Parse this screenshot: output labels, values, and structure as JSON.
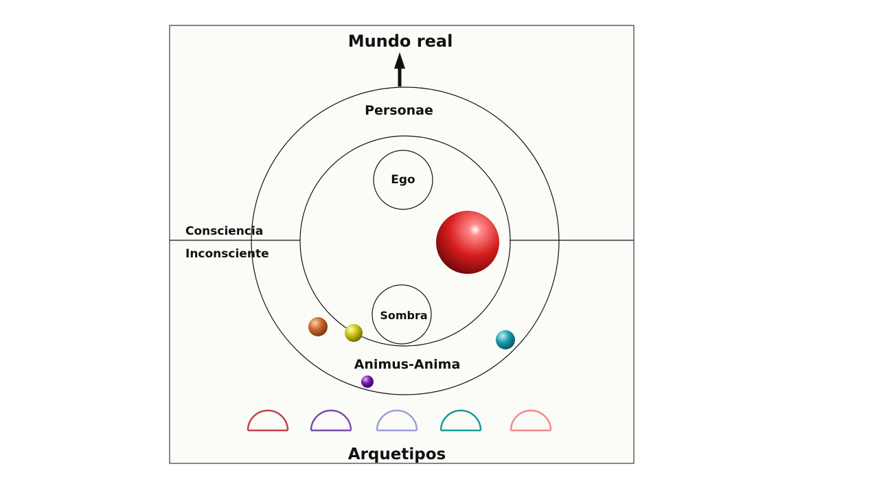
{
  "labels": {
    "real_world": "Mundo real",
    "personas": "Personae",
    "ego": "Ego",
    "consciousness": "Consciencia",
    "unconscious": "Inconsciente",
    "shadow": "Sombra",
    "animus_anima": "Animus-Anima",
    "archetypes": "Arquetipos"
  },
  "colors": {
    "panel_background": "#fbfbf8",
    "line": "#111111",
    "big_sphere": "#d81e1e",
    "sphere_orange": "#c8642a",
    "sphere_yellow": "#c8c010",
    "sphere_teal": "#1a9aa8",
    "sphere_purple": "#6a1aa8",
    "archetype_1": "#c0404a",
    "archetype_2": "#7a4ab0",
    "archetype_3": "#9aa0dc",
    "archetype_4": "#1a9a98",
    "archetype_5": "#f08a8a"
  }
}
